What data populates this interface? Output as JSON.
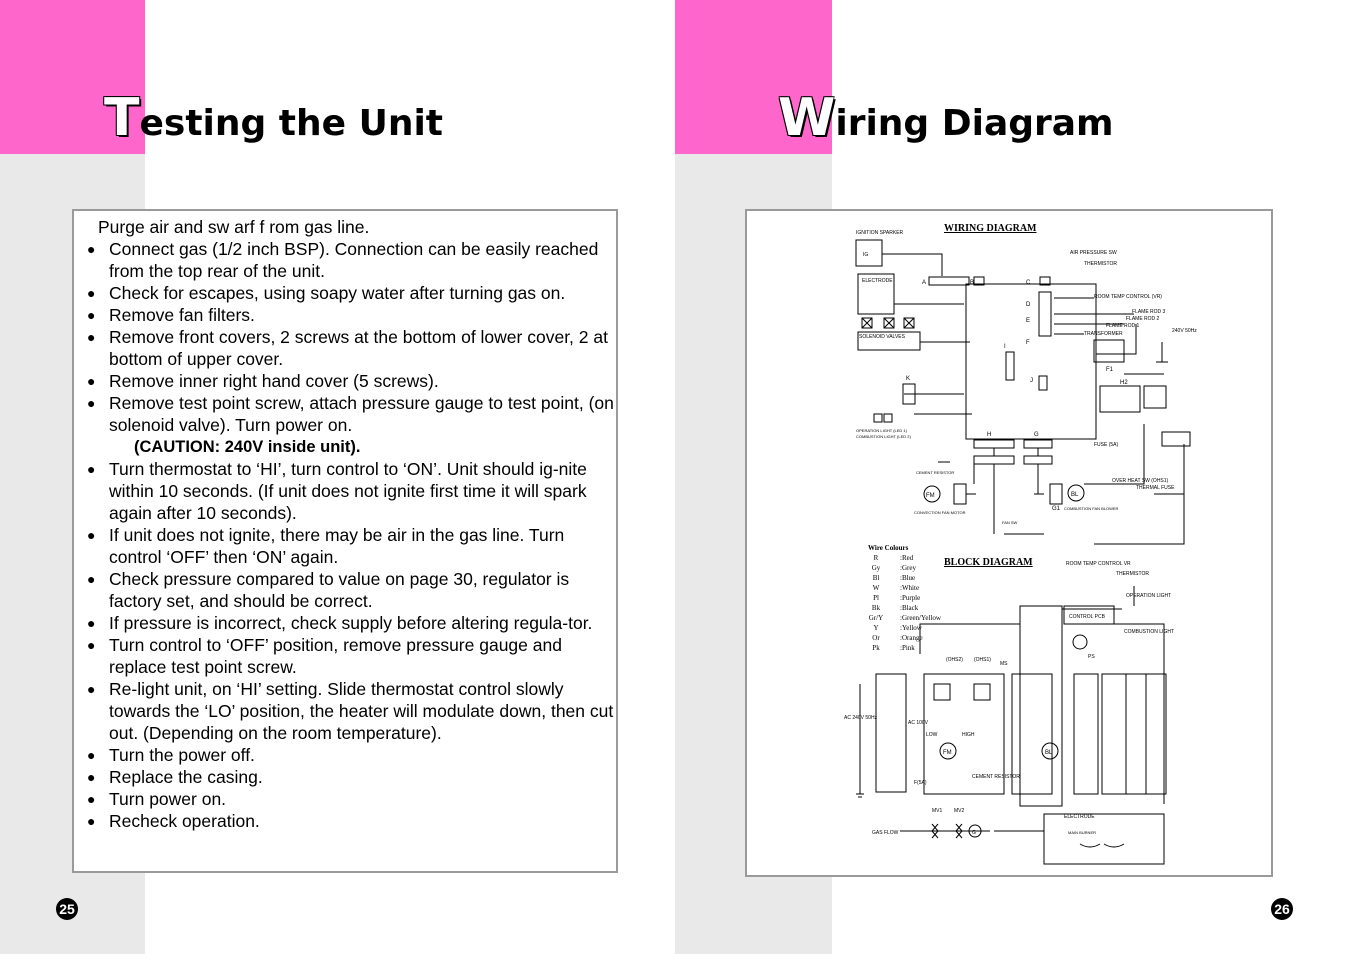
{
  "left_page": {
    "title_initial": "T",
    "title_rest": "esting the Unit",
    "intro": "Purge air and sw arf f rom gas line.",
    "steps": [
      "Connect gas (1/2 inch BSP).  Connection can be easily reached from the top rear of the unit.",
      "Check for escapes, using soapy water after turning gas on.",
      "Remove fan filters.",
      "Remove front covers, 2 screws at the bottom of lower cover, 2 at bottom of upper cover.",
      "Remove inner right hand cover (5 screws).",
      "Remove test point screw, attach pressure gauge to test point, (on solenoid valve). Turn power on.",
      "Turn thermostat to ‘HI’, turn control to ‘ON’. Unit should ig-nite within 10 seconds. (If unit does not ignite first time it will spark again after 10 seconds).",
      "If unit does not ignite, there may be air in the gas line. Turn control ‘OFF’ then ‘ON’ again.",
      "Check pressure compared to value on page 30, regulator is factory set, and should be correct.",
      "If pressure is incorrect, check supply before altering regula-tor.",
      "Turn control to ‘OFF’ position, remove pressure gauge and replace test point screw.",
      "Re-light unit, on ‘HI’ setting. Slide thermostat control slowly towards the ‘LO’ position, the heater will modulate down, then cut out. (Depending on the room temperature).",
      "Turn the power off.",
      "Replace the casing.",
      "Turn power on.",
      "Recheck operation."
    ],
    "caution": "(CAUTION: 240V inside unit).",
    "page_number": "25"
  },
  "right_page": {
    "title_initial": "W",
    "title_rest": "iring Diagram",
    "page_number": "26",
    "diagram": {
      "wiring_title": "WIRING DIAGRAM",
      "block_title": "BLOCK DIAGRAM",
      "labels": {
        "ignition": "IGNITION SPARKER",
        "air_pressure": "AIR PRESSURE SW",
        "thermistor": "THERMISTOR",
        "electrode": "ELECTRODE",
        "room_temp": "ROOM TEMP CONTROL (VR)",
        "flame_rod3": "FLAME ROD 3",
        "flame_rod2": "FLAME ROD 2",
        "flame_rod1": "FLAME ROD 1",
        "transformer": "TRANSFORMER",
        "solenoid": "SOLENOID VALVES",
        "volt": "240V 50Hz",
        "op_light": "OPERATION LIGHT (LED 1)",
        "comb_light": "COMBUSTION LIGHT (LED 2)",
        "fuse": "FUSE (5A)",
        "cement": "CEMENT RESISTOR",
        "overheat": "OVER HEAT SW (OHS1)",
        "thermal_fuse": "THERMAL FUSE",
        "conv_fan": "CONVECTION FAN MOTOR",
        "comb_fan": "COMBUSTION FAN BLOWER",
        "fan_sw": "FAN SW",
        "control_pcb": "CONTROL PCB",
        "op_light2": "OPERATION LIGHT",
        "comb_light2": "COMBUSTION LIGHT",
        "gas_flow": "GAS FLOW",
        "main_burner": "MAIN BURNER",
        "ps": "PS",
        "ms": "MS",
        "fm": "FM",
        "bl": "BL",
        "ac": "AC 240V 50Hz",
        "ac100": "AC 100V",
        "low": "LOW",
        "high": "HIGH"
      },
      "wire_colours_title": "Wire Colours",
      "wire_colours": [
        {
          "code": "R",
          "name": ":Red"
        },
        {
          "code": "Gy",
          "name": ":Grey"
        },
        {
          "code": "Bl",
          "name": ":Blue"
        },
        {
          "code": "W",
          "name": ":White"
        },
        {
          "code": "Pl",
          "name": ":Purple"
        },
        {
          "code": "Bk",
          "name": ":Black"
        },
        {
          "code": "Gr/Y",
          "name": ":Green/Yellow"
        },
        {
          "code": "Y",
          "name": ":Yellow"
        },
        {
          "code": "Or",
          "name": ":Orange"
        },
        {
          "code": "Pk",
          "name": ":Pink"
        }
      ]
    }
  }
}
